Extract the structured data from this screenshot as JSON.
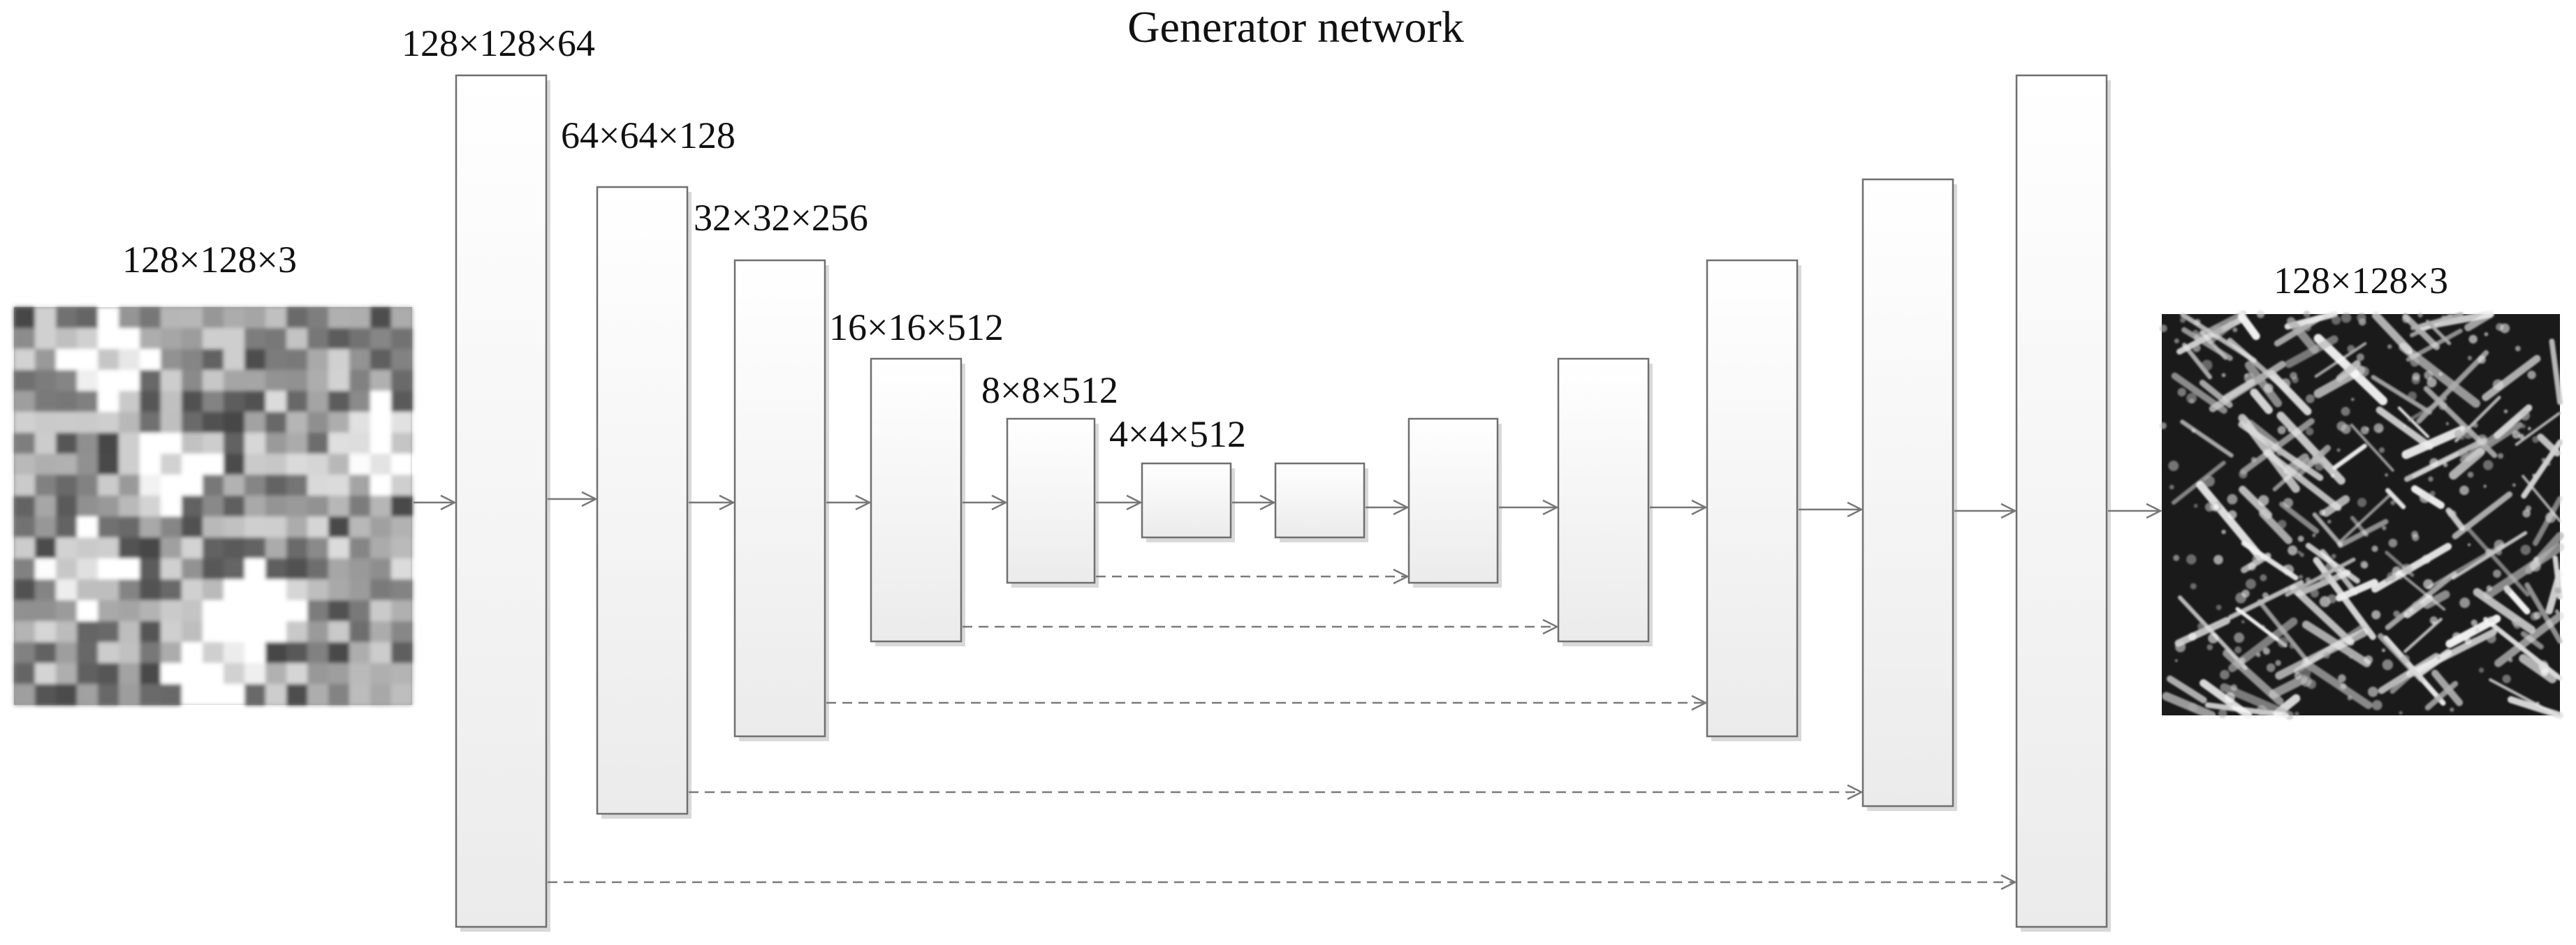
{
  "title": "Generator network",
  "input_label": "128×128×3",
  "output_label": "128×128×3",
  "encoder_labels": [
    "128×128×64",
    "64×64×128",
    "32×32×256",
    "16×16×512",
    "8×8×512",
    "4×4×512"
  ],
  "colors": {
    "block_fill_top": "#ffffff",
    "block_fill_bottom": "#ececec",
    "line": "#777777",
    "text": "#111111"
  }
}
